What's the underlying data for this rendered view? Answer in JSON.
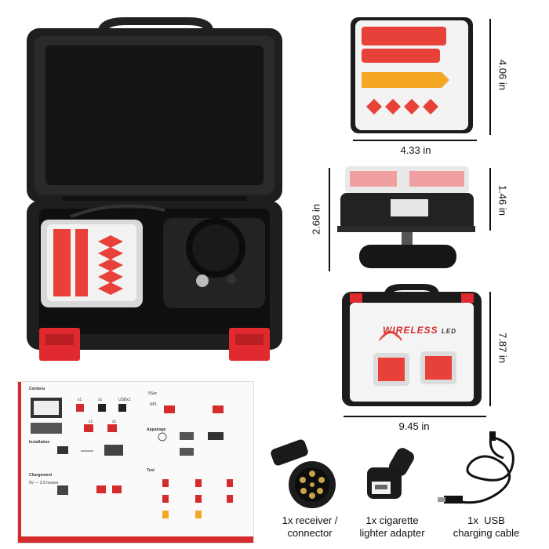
{
  "dimensions": {
    "light_height": "4.06 in",
    "light_width": "4.33 in",
    "light_total_height": "2.68 in",
    "light_body_height": "1.46 in",
    "case_height": "7.87 in",
    "case_width": "9.45 in"
  },
  "case_brand": {
    "word": "WIRELESS",
    "suffix": "LED"
  },
  "manual": {
    "sections": [
      "Contenu",
      "Installation",
      "Chargement",
      "Appairage",
      "Test"
    ],
    "counts": [
      "x1",
      "x1",
      "USBx1",
      "x1",
      "x1"
    ],
    "charge_note": "5V — 2.5 heures",
    "pairing_label": "5Sec",
    "npl_label": "NPL"
  },
  "accessories": [
    {
      "line1": "1x receiver /",
      "line2": "connector"
    },
    {
      "line1": "1x cigarette",
      "line2": "lighter adapter"
    },
    {
      "line1": "1x  USB",
      "line2": "charging cable"
    }
  ],
  "colors": {
    "case_black": "#1c1c1c",
    "latch_red": "#e02a2f",
    "led_red": "#e8413a",
    "led_amber": "#f5a623"
  }
}
